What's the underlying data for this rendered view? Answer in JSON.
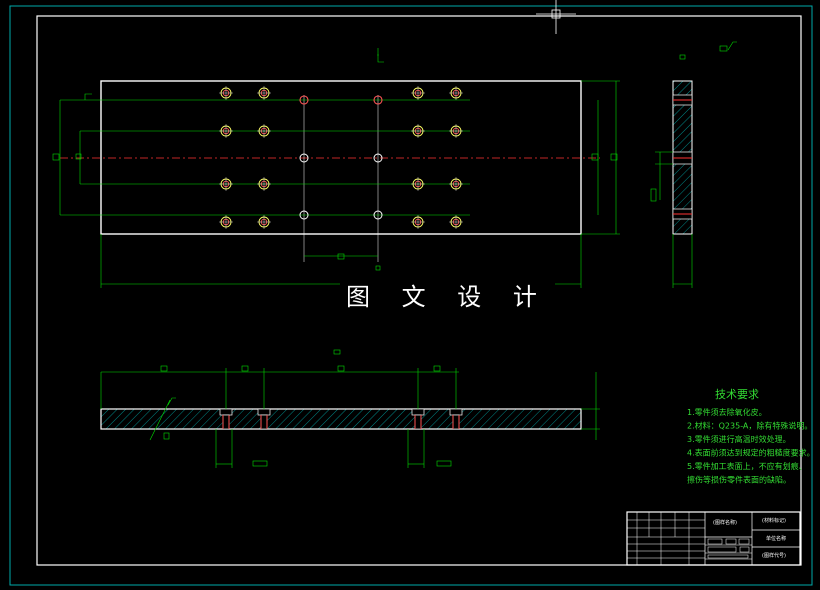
{
  "watermark": "图 文 设 计",
  "tech": {
    "title": "技术要求",
    "lines": [
      "1.零件须去除氧化皮。",
      "2.材料：Q235-A，除有特殊说明。",
      "3.零件须进行高温时效处理。",
      "4.表面前须达到规定的粗糙度要求。",
      "5.零件加工表面上，不应有划痕、",
      "擦伤等损伤零件表面的缺陷。"
    ]
  },
  "title_block": {
    "cell1": "(图样名称)",
    "cell2": "(材料标记)",
    "cell3": "单位名称",
    "cell4": "(图样代号)"
  },
  "colors": {
    "frame": "#ffffff",
    "dimension": "#00dd00",
    "centerline": "#ff3333",
    "hatch": "#00aaaa",
    "hole_outer": "#ffff66",
    "text_green": "#33dd33"
  }
}
